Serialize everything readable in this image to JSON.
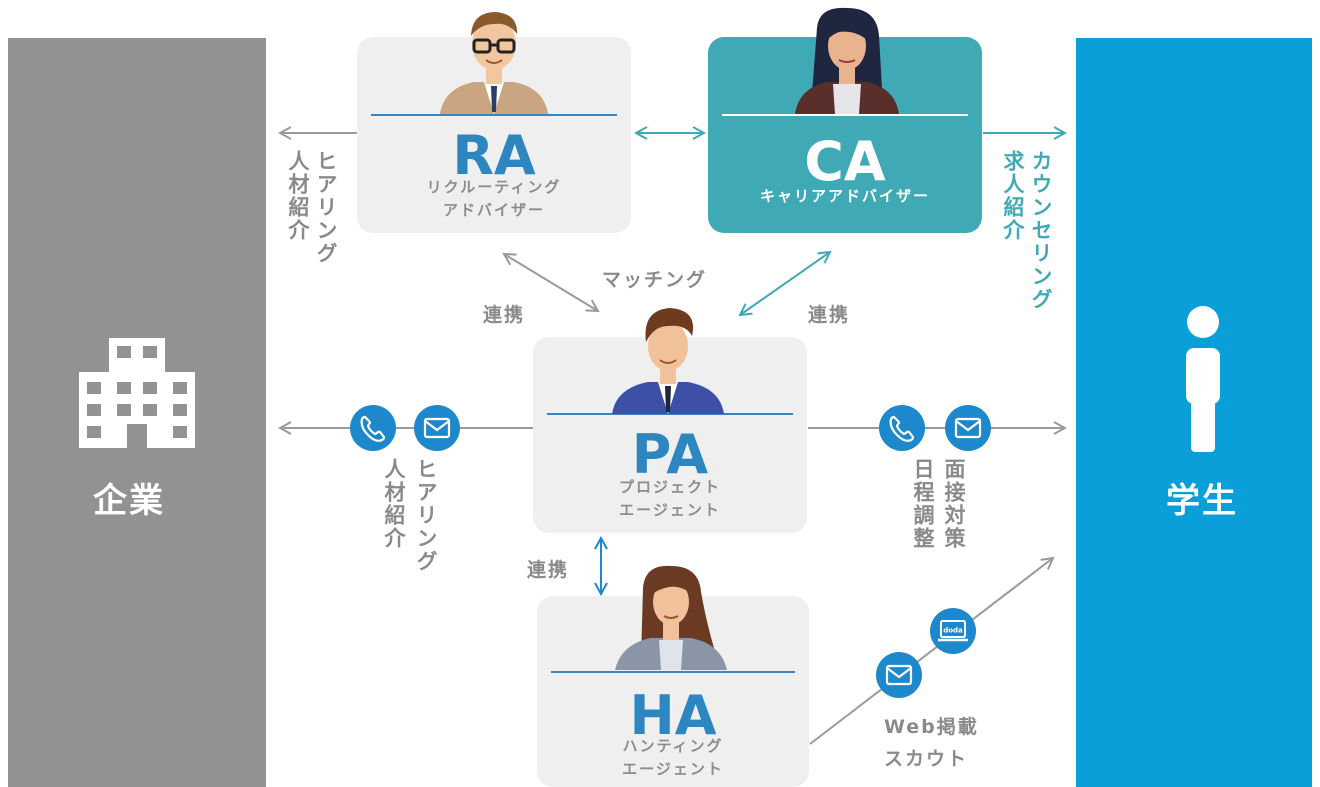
{
  "company": {
    "label": "企業",
    "color": "#929293",
    "icon": "building-icon"
  },
  "student": {
    "label": "学生",
    "color": "#0a9fd9",
    "icon": "person-icon"
  },
  "roles": {
    "ra": {
      "abbr": "RA",
      "sub_line1": "リクルーティング",
      "sub_line2": "アドバイザー"
    },
    "ca": {
      "abbr": "CA",
      "sub_line1": "キャリアアドバイザー",
      "color": "#40a9b6"
    },
    "pa": {
      "abbr": "PA",
      "sub_line1": "プロジェクト",
      "sub_line2": "エージェント"
    },
    "ha": {
      "abbr": "HA",
      "sub_line1": "ハンティング",
      "sub_line2": "エージェント"
    }
  },
  "labels": {
    "ra_company_col1": "ヒアリング",
    "ra_company_col2": "人材紹介",
    "ca_student_col1": "カウンセリング",
    "ca_student_col2": "求人紹介",
    "pa_company_col1": "ヒアリング",
    "pa_company_col2": "人材紹介",
    "pa_student_col1": "面接対策",
    "pa_student_col2": "日程調整",
    "matching": "マッチング",
    "ra_pa_link": "連携",
    "ca_pa_link": "連携",
    "pa_ha_link": "連携",
    "ha_student_line1": "Web掲載",
    "ha_student_line2": "スカウト",
    "doda": "doda"
  },
  "icons": [
    "phone-icon",
    "mail-icon",
    "laptop-icon"
  ],
  "colors": {
    "accent_blue": "#1d88cc",
    "teal": "#40a9b6",
    "gray_arrow": "#9a9a9a",
    "abbr_blue": "#2e86c1"
  }
}
